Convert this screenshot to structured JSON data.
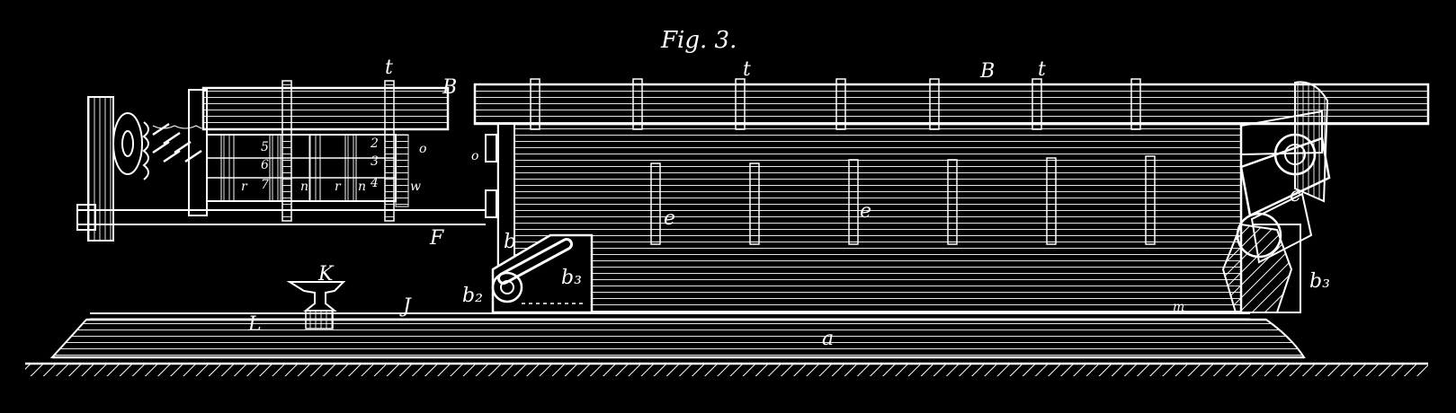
{
  "figure": {
    "title": "Fig. 3.",
    "colors": {
      "background": "#000000",
      "ink": "#ffffff"
    },
    "labels": {
      "t1": "t",
      "t2": "t",
      "t3": "t",
      "B1": "B",
      "B2": "B",
      "F": "F",
      "o1": "o",
      "o2": "o",
      "w": "w",
      "n1": "n",
      "n2": "n",
      "r1": "r",
      "r2": "r",
      "dig5": "5",
      "dig6": "6",
      "dig7": "7",
      "dig2": "2",
      "dig3": "3",
      "dig4": "4",
      "e1": "e",
      "e2": "e",
      "b": "b",
      "b2": "b₂",
      "b3a": "b₃",
      "b3b": "b₃",
      "c": "c",
      "K": "K",
      "L": "L",
      "J": "J",
      "a": "a",
      "m": "m"
    }
  }
}
